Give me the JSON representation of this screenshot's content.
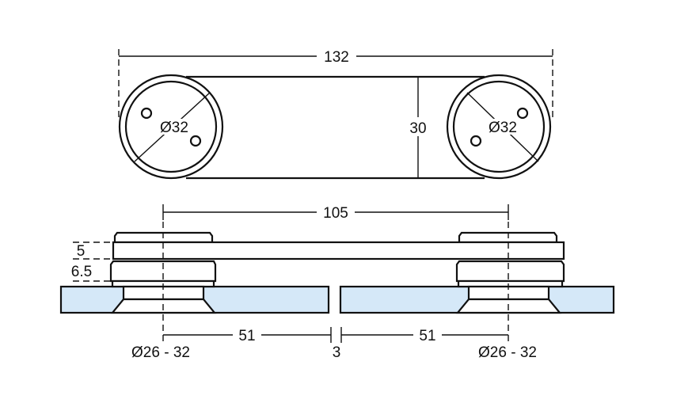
{
  "top_view": {
    "overall_length": "132",
    "width": "30",
    "left_diameter": "Ø32",
    "right_diameter": "Ø32"
  },
  "side_view": {
    "center_distance": "105",
    "plate_thickness": "5",
    "ring_thickness": "6.5",
    "left_offset": "51",
    "right_offset": "51",
    "gap": "3",
    "left_hole": "Ø26 - 32",
    "right_hole": "Ø26 - 32"
  },
  "colors": {
    "glass": "#d5e8f8",
    "line": "#111111"
  }
}
